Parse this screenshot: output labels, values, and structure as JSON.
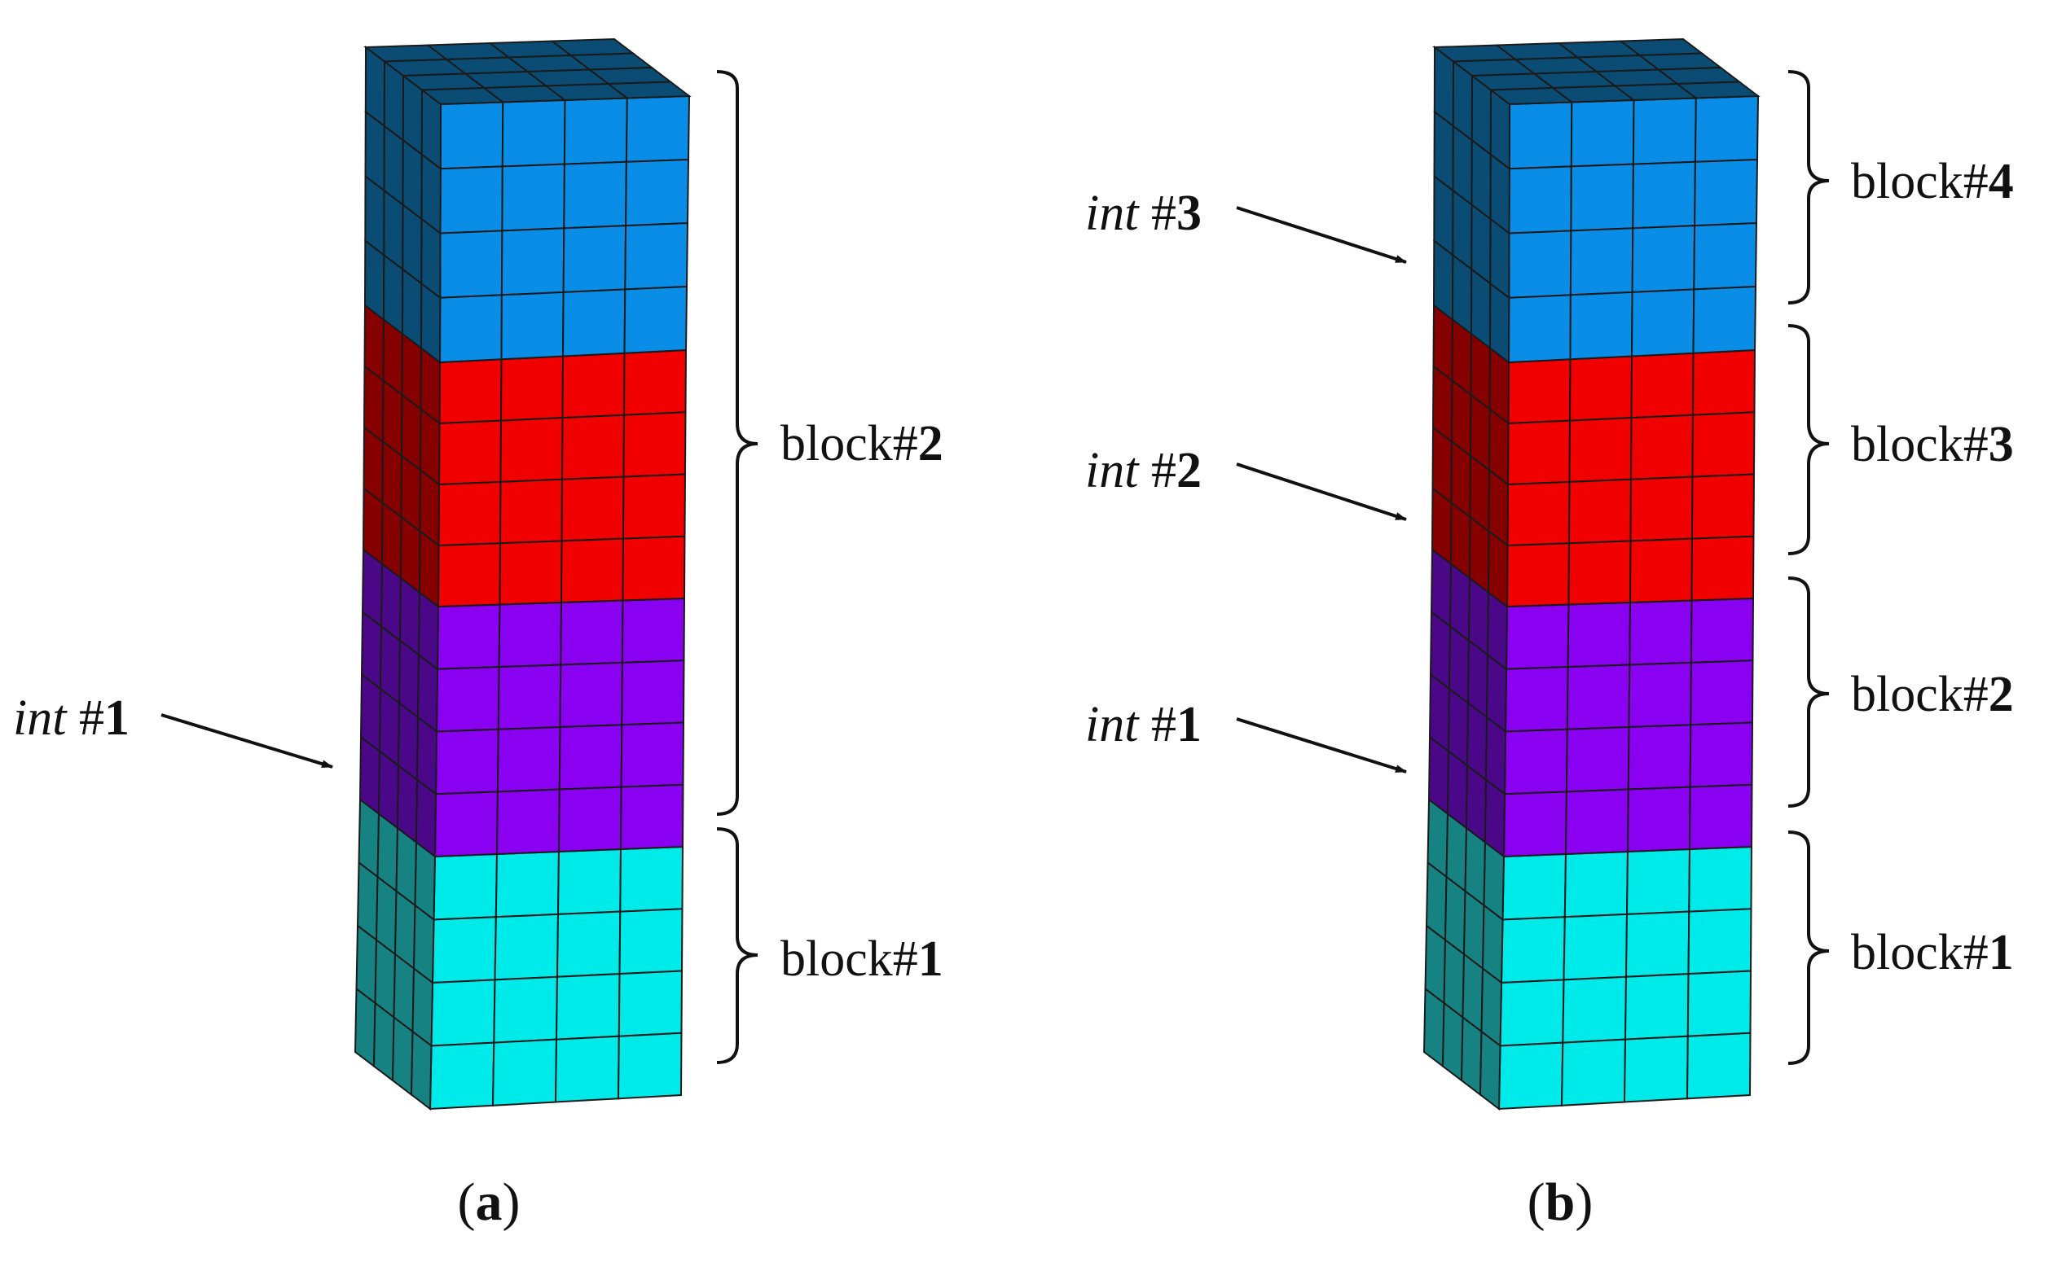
{
  "panels": [
    {
      "caption_open": "(",
      "caption_letter": "a",
      "caption_close": ")",
      "layers_bottom_to_top": [
        {
          "front": "#00eaea",
          "side": "#168282",
          "top": "#0e5e7c"
        },
        {
          "front": "#8a00f0",
          "side": "#4a0888",
          "top": "#6a1aa8"
        },
        {
          "front": "#f00000",
          "side": "#860000",
          "top": "#a00000"
        },
        {
          "front": "#0a8de6",
          "side": "#0a4c74",
          "top": "#0a4c74"
        }
      ],
      "blocks": [
        {
          "prefix": "block#",
          "number": "2"
        },
        {
          "prefix": "block#",
          "number": "1"
        }
      ],
      "interfaces": [
        {
          "prefix": "int",
          "hash": " #",
          "number": "1"
        }
      ]
    },
    {
      "caption_open": "(",
      "caption_letter": "b",
      "caption_close": ")",
      "layers_bottom_to_top": [
        {
          "front": "#00eaea",
          "side": "#168282",
          "top": "#0e5e7c"
        },
        {
          "front": "#8a00f0",
          "side": "#4a0888",
          "top": "#6a1aa8"
        },
        {
          "front": "#f00000",
          "side": "#860000",
          "top": "#a00000"
        },
        {
          "front": "#0a8de6",
          "side": "#0a4c74",
          "top": "#0a4c74"
        }
      ],
      "blocks": [
        {
          "prefix": "block#",
          "number": "4"
        },
        {
          "prefix": "block#",
          "number": "3"
        },
        {
          "prefix": "block#",
          "number": "2"
        },
        {
          "prefix": "block#",
          "number": "1"
        }
      ],
      "interfaces": [
        {
          "prefix": "int",
          "hash": " #",
          "number": "3"
        },
        {
          "prefix": "int",
          "hash": " #",
          "number": "2"
        },
        {
          "prefix": "int",
          "hash": " #",
          "number": "1"
        }
      ]
    }
  ],
  "colors": {
    "grid": "#1a1a1a",
    "text": "#111111",
    "background": "#ffffff"
  }
}
